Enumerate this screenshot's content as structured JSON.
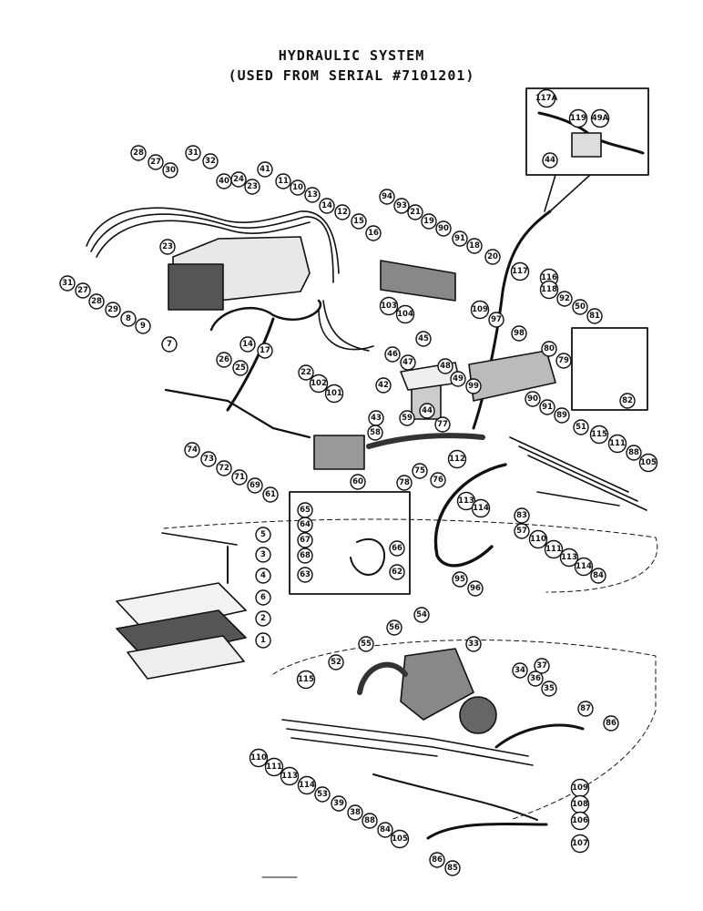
{
  "title": "HYDRAULIC SYSTEM",
  "subtitle": "(USED FROM SERIAL #7101201)",
  "callouts": [
    {
      "id": "c117A",
      "label": "117A"
    },
    {
      "id": "c119",
      "label": "119"
    },
    {
      "id": "c49A",
      "label": "49A"
    },
    {
      "id": "c44a",
      "label": "44"
    },
    {
      "id": "c28a",
      "label": "28"
    },
    {
      "id": "c27a",
      "label": "27"
    },
    {
      "id": "c31a",
      "label": "31"
    },
    {
      "id": "c32",
      "label": "32"
    },
    {
      "id": "c30",
      "label": "30"
    },
    {
      "id": "c40",
      "label": "40"
    },
    {
      "id": "c24",
      "label": "24"
    },
    {
      "id": "c23a",
      "label": "23"
    },
    {
      "id": "c41",
      "label": "41"
    },
    {
      "id": "c11",
      "label": "11"
    },
    {
      "id": "c10",
      "label": "10"
    },
    {
      "id": "c13",
      "label": "13"
    },
    {
      "id": "c14a",
      "label": "14"
    },
    {
      "id": "c12",
      "label": "12"
    },
    {
      "id": "c15",
      "label": "15"
    },
    {
      "id": "c16",
      "label": "16"
    },
    {
      "id": "c94",
      "label": "94"
    },
    {
      "id": "c93",
      "label": "93"
    },
    {
      "id": "c21",
      "label": "21"
    },
    {
      "id": "c19",
      "label": "19"
    },
    {
      "id": "c90a",
      "label": "90"
    },
    {
      "id": "c91a",
      "label": "91"
    },
    {
      "id": "c18",
      "label": "18"
    },
    {
      "id": "c20",
      "label": "20"
    },
    {
      "id": "c117",
      "label": "117"
    },
    {
      "id": "c116",
      "label": "116"
    },
    {
      "id": "c31b",
      "label": "31"
    },
    {
      "id": "c27b",
      "label": "27"
    },
    {
      "id": "c28b",
      "label": "28"
    },
    {
      "id": "c29",
      "label": "29"
    },
    {
      "id": "c8",
      "label": "8"
    },
    {
      "id": "c9",
      "label": "9"
    },
    {
      "id": "c23b",
      "label": "23"
    },
    {
      "id": "c7",
      "label": "7"
    },
    {
      "id": "c26",
      "label": "26"
    },
    {
      "id": "c25",
      "label": "25"
    },
    {
      "id": "c14b",
      "label": "14"
    },
    {
      "id": "c17",
      "label": "17"
    },
    {
      "id": "c22",
      "label": "22"
    },
    {
      "id": "c102",
      "label": "102"
    },
    {
      "id": "c101",
      "label": "101"
    },
    {
      "id": "c103",
      "label": "103"
    },
    {
      "id": "c104",
      "label": "104"
    },
    {
      "id": "c46",
      "label": "46"
    },
    {
      "id": "c47",
      "label": "47"
    },
    {
      "id": "c45",
      "label": "45"
    },
    {
      "id": "c48",
      "label": "48"
    },
    {
      "id": "c109",
      "label": "109"
    },
    {
      "id": "c97",
      "label": "97"
    },
    {
      "id": "c118",
      "label": "118"
    },
    {
      "id": "c92",
      "label": "92"
    },
    {
      "id": "c50",
      "label": "50"
    },
    {
      "id": "c81",
      "label": "81"
    },
    {
      "id": "c98",
      "label": "98"
    },
    {
      "id": "c80",
      "label": "80"
    },
    {
      "id": "c79",
      "label": "79"
    },
    {
      "id": "c82",
      "label": "82"
    },
    {
      "id": "c42",
      "label": "42"
    },
    {
      "id": "c49",
      "label": "49"
    },
    {
      "id": "c99",
      "label": "99"
    },
    {
      "id": "c43",
      "label": "43"
    },
    {
      "id": "c59",
      "label": "59"
    },
    {
      "id": "c44b",
      "label": "44"
    },
    {
      "id": "c77",
      "label": "77"
    },
    {
      "id": "c90b",
      "label": "90"
    },
    {
      "id": "c91b",
      "label": "91"
    },
    {
      "id": "c89",
      "label": "89"
    },
    {
      "id": "c74",
      "label": "74"
    },
    {
      "id": "c73",
      "label": "73"
    },
    {
      "id": "c72",
      "label": "72"
    },
    {
      "id": "c71",
      "label": "71"
    },
    {
      "id": "c69",
      "label": "69"
    },
    {
      "id": "c61",
      "label": "61"
    },
    {
      "id": "c58",
      "label": "58"
    },
    {
      "id": "c60",
      "label": "60"
    },
    {
      "id": "c78a",
      "label": "78"
    },
    {
      "id": "c75",
      "label": "75"
    },
    {
      "id": "c76",
      "label": "76"
    },
    {
      "id": "c112",
      "label": "112"
    },
    {
      "id": "c113a",
      "label": "113"
    },
    {
      "id": "c114a",
      "label": "114"
    },
    {
      "id": "c83",
      "label": "83"
    },
    {
      "id": "c51",
      "label": "51"
    },
    {
      "id": "c115a",
      "label": "115"
    },
    {
      "id": "c111a",
      "label": "111"
    },
    {
      "id": "c88a",
      "label": "88"
    },
    {
      "id": "c105a",
      "label": "105"
    },
    {
      "id": "c57",
      "label": "57"
    },
    {
      "id": "c110a",
      "label": "110"
    },
    {
      "id": "c111b",
      "label": "111"
    },
    {
      "id": "c113b",
      "label": "113"
    },
    {
      "id": "c114b",
      "label": "114"
    },
    {
      "id": "c84a",
      "label": "84"
    },
    {
      "id": "c65",
      "label": "65"
    },
    {
      "id": "c64",
      "label": "64"
    },
    {
      "id": "c67",
      "label": "67"
    },
    {
      "id": "c68",
      "label": "68"
    },
    {
      "id": "c63",
      "label": "63"
    },
    {
      "id": "c66",
      "label": "66"
    },
    {
      "id": "c62",
      "label": "62"
    },
    {
      "id": "c95",
      "label": "95"
    },
    {
      "id": "c96",
      "label": "96"
    },
    {
      "id": "c5",
      "label": "5"
    },
    {
      "id": "c3",
      "label": "3"
    },
    {
      "id": "c4",
      "label": "4"
    },
    {
      "id": "c6",
      "label": "6"
    },
    {
      "id": "c2",
      "label": "2"
    },
    {
      "id": "c1",
      "label": "1"
    },
    {
      "id": "c54",
      "label": "54"
    },
    {
      "id": "c56",
      "label": "56"
    },
    {
      "id": "c55",
      "label": "55"
    },
    {
      "id": "c33",
      "label": "33"
    },
    {
      "id": "c52",
      "label": "52"
    },
    {
      "id": "c34",
      "label": "34"
    },
    {
      "id": "c37",
      "label": "37"
    },
    {
      "id": "c36",
      "label": "36"
    },
    {
      "id": "c35",
      "label": "35"
    },
    {
      "id": "c115b",
      "label": "115"
    },
    {
      "id": "c87",
      "label": "87"
    },
    {
      "id": "c86a",
      "label": "86"
    },
    {
      "id": "c110b",
      "label": "110"
    },
    {
      "id": "c111c",
      "label": "111"
    },
    {
      "id": "c113c",
      "label": "113"
    },
    {
      "id": "c114c",
      "label": "114"
    },
    {
      "id": "c53",
      "label": "53"
    },
    {
      "id": "c39",
      "label": "39"
    },
    {
      "id": "c38",
      "label": "38"
    },
    {
      "id": "c88b",
      "label": "88"
    },
    {
      "id": "c84b",
      "label": "84"
    },
    {
      "id": "c105b",
      "label": "105"
    },
    {
      "id": "c109b",
      "label": "109"
    },
    {
      "id": "c108",
      "label": "108"
    },
    {
      "id": "c106",
      "label": "106"
    },
    {
      "id": "c107",
      "label": "107"
    },
    {
      "id": "c86b",
      "label": "86"
    },
    {
      "id": "c85",
      "label": "85"
    }
  ]
}
